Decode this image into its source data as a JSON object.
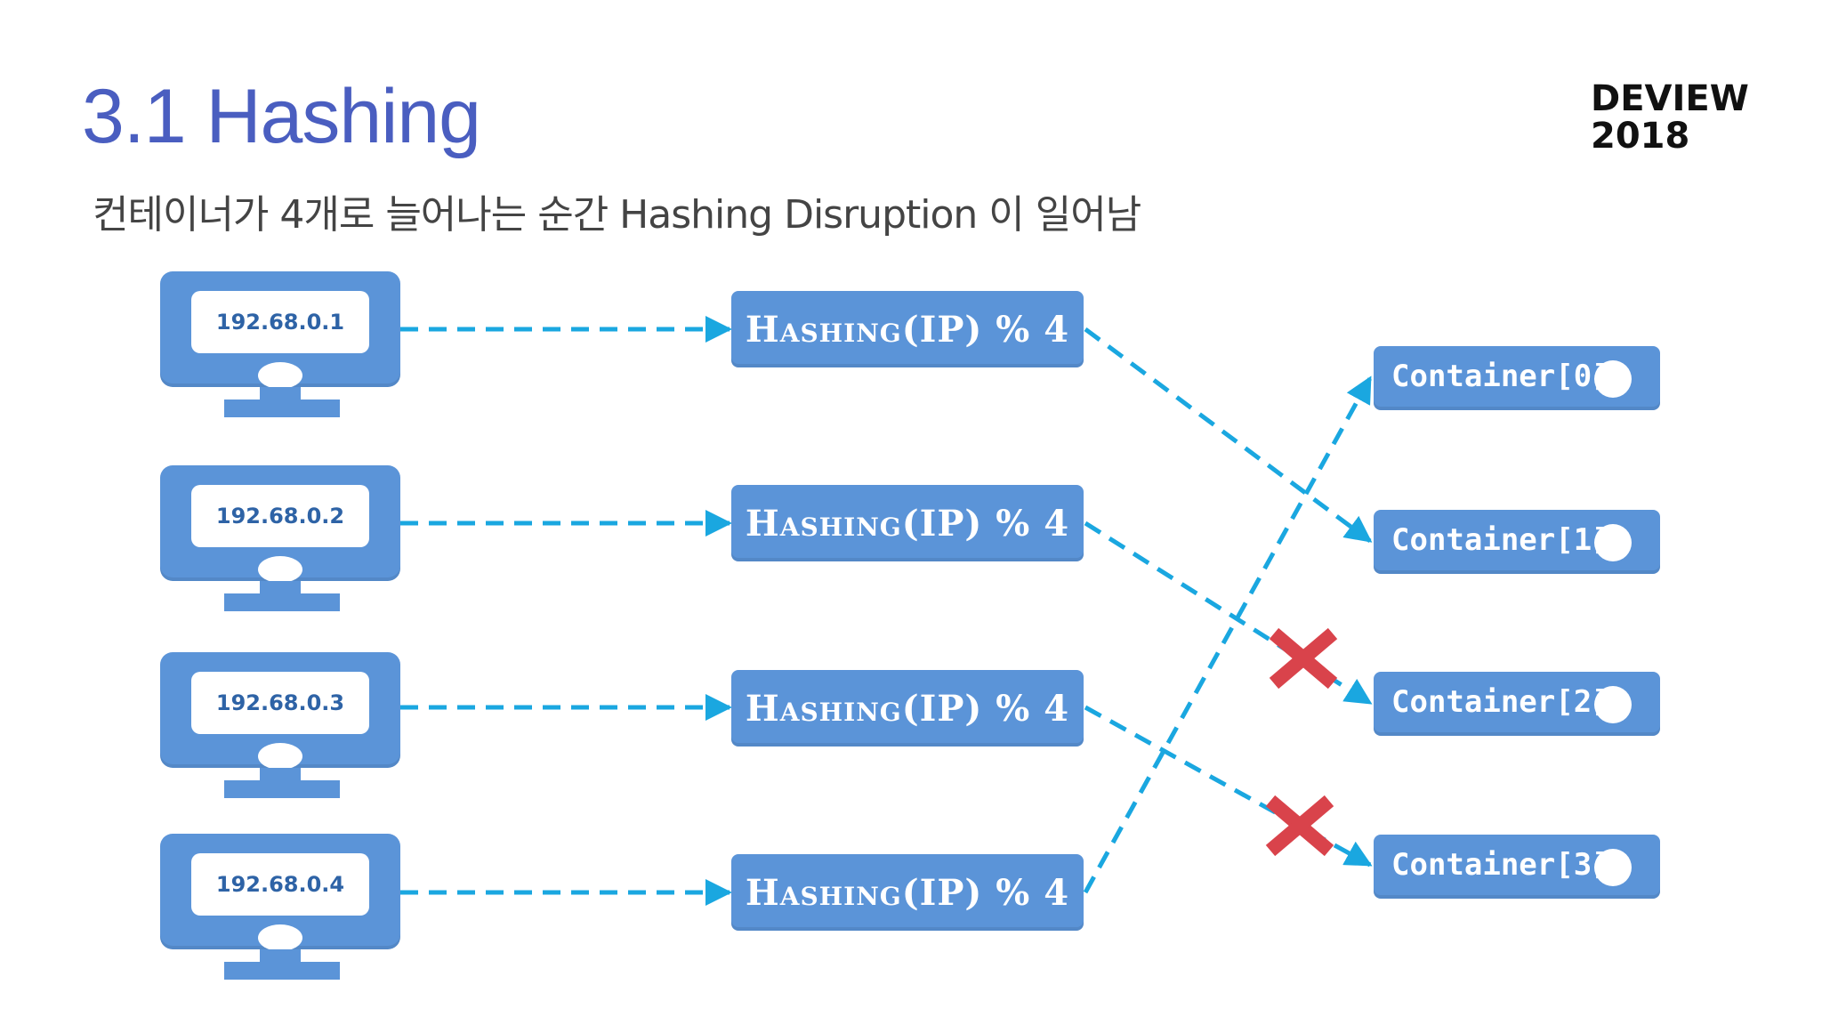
{
  "title": "3.1 Hashing",
  "brand": {
    "line1": "DEVIEW",
    "line2": "2018"
  },
  "subtitle": "컨테이너가 4개로 늘어나는 순간 Hashing Disruption 이 일어남",
  "clients": [
    "192.68.0.1",
    "192.68.0.2",
    "192.68.0.3",
    "192.68.0.4"
  ],
  "hash_label": "Hashing(IP) % 4",
  "containers": [
    "Container[0]",
    "Container[1]",
    "Container[2]",
    "Container[3]"
  ],
  "colors": {
    "accent": "#5b94d8",
    "line": "#1aa7e0",
    "cross": "#d9434b",
    "title": "#4a5ec0"
  },
  "icons": {
    "client": "computer-icon",
    "status": "circle-icon",
    "disruption": "cross-icon"
  }
}
